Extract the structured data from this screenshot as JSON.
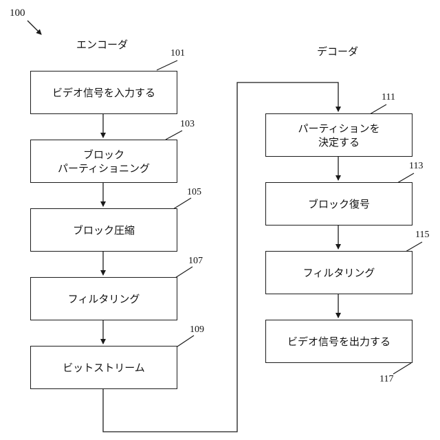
{
  "figure_label": "100",
  "encoder": {
    "title": "エンコーダ",
    "steps": [
      {
        "ref": "101",
        "lines": [
          "ビデオ信号を入力する"
        ]
      },
      {
        "ref": "103",
        "lines": [
          "ブロック",
          "パーティショニング"
        ]
      },
      {
        "ref": "105",
        "lines": [
          "ブロック圧縮"
        ]
      },
      {
        "ref": "107",
        "lines": [
          "フィルタリング"
        ]
      },
      {
        "ref": "109",
        "lines": [
          "ビットストリーム"
        ]
      }
    ]
  },
  "decoder": {
    "title": "デコーダ",
    "steps": [
      {
        "ref": "111",
        "lines": [
          "パーティションを",
          "決定する"
        ]
      },
      {
        "ref": "113",
        "lines": [
          "ブロック復号"
        ]
      },
      {
        "ref": "115",
        "lines": [
          "フィルタリング"
        ]
      },
      {
        "ref": "117",
        "lines": [
          "ビデオ信号を出力する"
        ]
      }
    ]
  },
  "colors": {
    "stroke": "#1a1a1a",
    "background": "#ffffff"
  }
}
